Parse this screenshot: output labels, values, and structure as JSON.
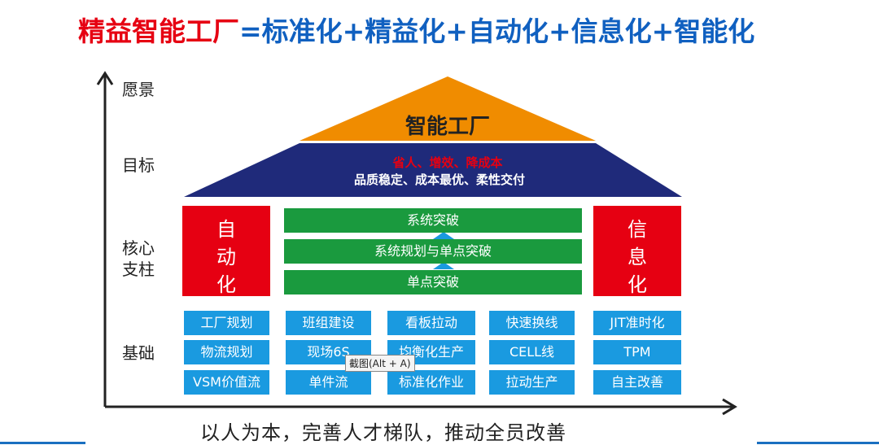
{
  "title": {
    "red": "精益智能工厂",
    "blue": "=标准化+精益化+自动化+信息化+智能化"
  },
  "axis": {
    "vision": "愿景",
    "goal": "目标",
    "core_line1": "核心",
    "core_line2": "支柱",
    "base": "基础"
  },
  "roof": {
    "top_label": "智能工厂",
    "goal_red": "省人、增效、降成本",
    "goal_white": "品质稳定、成本最优、柔性交付"
  },
  "pillars": {
    "left": [
      "自",
      "动",
      "化"
    ],
    "right": [
      "信",
      "息",
      "化"
    ]
  },
  "center_bars": [
    "系统突破",
    "系统规划与单点突破",
    "单点突破"
  ],
  "foundation": [
    [
      "工厂规划",
      "物流规划",
      "VSM价值流"
    ],
    [
      "班组建设",
      "现场6S",
      "单件流"
    ],
    [
      "看板拉动",
      "均衡化生产",
      "标准化作业"
    ],
    [
      "快速换线",
      "CELL线",
      "拉动生产"
    ],
    [
      "JIT准时化",
      "TPM",
      "自主改善"
    ]
  ],
  "tooltip": "截图(Alt + A)",
  "bottom_text": "以人为本，完善人才梯队，推动全员改善",
  "colors": {
    "red": "#e60012",
    "blue_title": "#1060c0",
    "orange_roof": "#f08c00",
    "navy_roof": "#1f2a7a",
    "green": "#1a9a3e",
    "cyan": "#1a9ae0"
  }
}
